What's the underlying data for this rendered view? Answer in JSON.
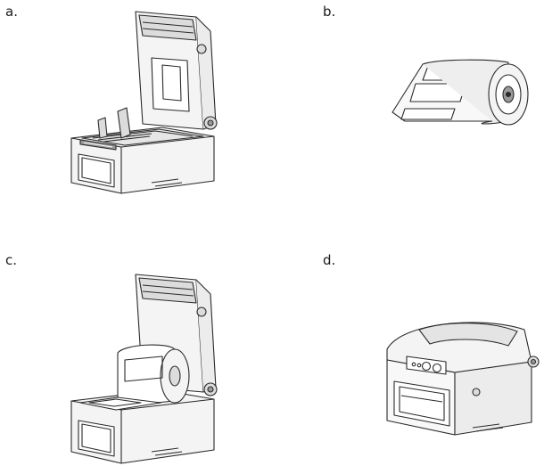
{
  "panels": [
    {
      "label": "a."
    },
    {
      "label": "b."
    },
    {
      "label": "c."
    },
    {
      "label": "d."
    }
  ],
  "colors": {
    "line": "#2a2a2a",
    "fill_light": "#f4f4f4",
    "fill_mid": "#dcdcdc",
    "fill_dark": "#9a9a9a"
  },
  "icons": [
    "open-printer-icon",
    "label-roll-icon",
    "loaded-printer-icon",
    "closed-printer-icon"
  ]
}
